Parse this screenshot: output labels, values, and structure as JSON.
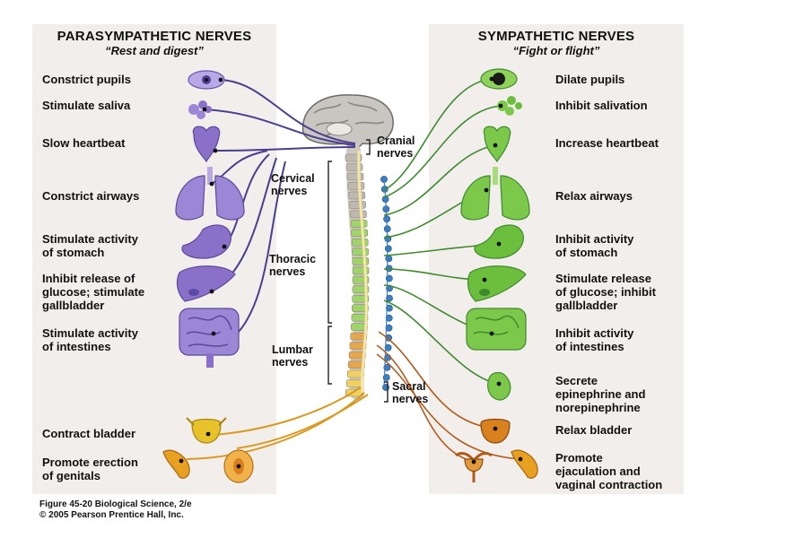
{
  "parasympathetic": {
    "title": "PARASYMPATHETIC NERVES",
    "subtitle": "“Rest and digest”",
    "items": [
      {
        "label": "Constrict pupils"
      },
      {
        "label": "Stimulate saliva"
      },
      {
        "label": "Slow heartbeat"
      },
      {
        "label": "Constrict airways"
      },
      {
        "label": "Stimulate activity\nof stomach"
      },
      {
        "label": "Inhibit release of\nglucose; stimulate\ngallbladder"
      },
      {
        "label": "Stimulate activity\nof intestines"
      },
      {
        "label": "Contract bladder"
      },
      {
        "label": "Promote erection\nof genitals"
      }
    ]
  },
  "sympathetic": {
    "title": "SYMPATHETIC NERVES",
    "subtitle": "“Fight or flight”",
    "items": [
      {
        "label": "Dilate pupils"
      },
      {
        "label": "Inhibit salivation"
      },
      {
        "label": "Increase heartbeat"
      },
      {
        "label": "Relax airways"
      },
      {
        "label": "Inhibit activity\nof stomach"
      },
      {
        "label": "Stimulate release\nof glucose; inhibit\ngallbladder"
      },
      {
        "label": "Inhibit activity\nof intestines"
      },
      {
        "label": "Secrete\nepinephrine and\nnorepinephrine"
      },
      {
        "label": "Relax bladder"
      },
      {
        "label": "Promote\nejaculation and\nvaginal contraction"
      }
    ]
  },
  "spine_regions": {
    "cranial": "Cranial\nnerves",
    "cervical": "Cervical\nnerves",
    "thoracic": "Thoracic\nnerves",
    "lumbar": "Lumbar\nnerves",
    "sacral": "Sacral\nnerves"
  },
  "caption": {
    "line1": "Figure 45-20 Biological Science, 2/e",
    "line2": "© 2005 Pearson Prentice Hall, Inc."
  },
  "colors": {
    "parasympathetic_nerve": "#4a3f8f",
    "sympathetic_nerve": "#3f8a2e",
    "sacral_nerve": "#d89a20",
    "lumbar_nerve": "#b35a1a",
    "organ_purple": "#8a70c8",
    "organ_green": "#6cbf3c",
    "organ_yellow": "#e8c22a",
    "organ_orange": "#d9801f",
    "panel": "#f2eeec"
  }
}
